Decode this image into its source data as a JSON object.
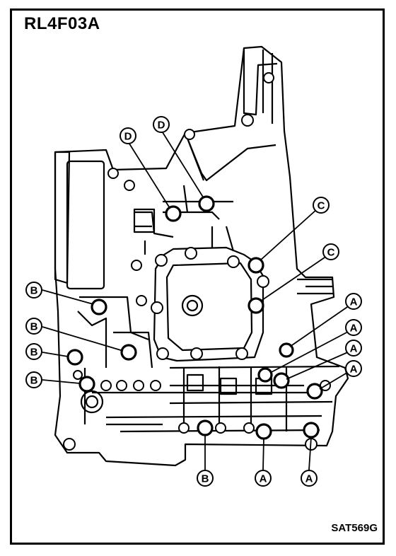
{
  "title": "RL4F03A",
  "figure_code": "SAT569G",
  "callouts": [
    {
      "label": "D"
    },
    {
      "label": "D"
    },
    {
      "label": "C"
    },
    {
      "label": "C"
    },
    {
      "label": "A"
    },
    {
      "label": "A"
    },
    {
      "label": "A"
    },
    {
      "label": "A"
    },
    {
      "label": "B"
    },
    {
      "label": "B"
    },
    {
      "label": "B"
    },
    {
      "label": "B"
    },
    {
      "label": "B"
    },
    {
      "label": "A"
    },
    {
      "label": "A"
    }
  ]
}
